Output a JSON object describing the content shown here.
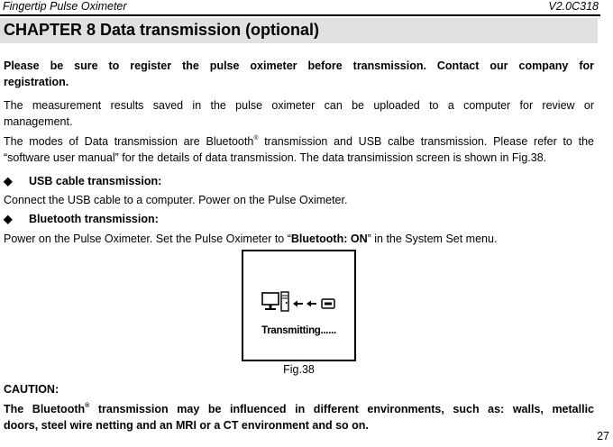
{
  "header": {
    "title": "Fingertip Pulse Oximeter",
    "version": "V2.0C318"
  },
  "chapter": {
    "title": "CHAPTER 8 Data transmission (optional)"
  },
  "paragraphs": {
    "register_line1": "Please be sure to register the pulse oximeter before transmission. Contact our company for",
    "register_line2": "registration.",
    "results_line1": "The measurement results saved in the pulse oximeter can be uploaded to a computer for review or",
    "results_line2": "management.",
    "modes_a": "The modes of Data transmission are Bluetooth",
    "modes_reg": "®",
    "modes_b": " transmission and USB calbe transmission. Please refer to the",
    "modes_line2": "“software user manual” for the details of data transmission. The data transimission screen is shown in Fig.38."
  },
  "sections": {
    "usb": {
      "bullet": "◆",
      "title": "USB cable transmission:",
      "body": "Connect the USB cable to a computer. Power on the Pulse Oximeter."
    },
    "bluetooth": {
      "bullet": "◆",
      "title": "Bluetooth transmission:",
      "body_a": "Power on the Pulse Oximeter. Set the Pulse Oximeter to “",
      "body_bold": "Bluetooth: ON",
      "body_b": "” in the System Set menu."
    }
  },
  "figure": {
    "screen_text": "Transmitting......",
    "caption": "Fig.38",
    "icons": [
      "computer-monitor-icon",
      "pc-tower-icon",
      "arrow-left-icon",
      "arrow-left-icon",
      "device-icon"
    ]
  },
  "caution": {
    "title": "CAUTION:",
    "line1_a": "The Bluetooth",
    "line1_reg": "®",
    "line1_b": " transmission may be influenced in different environments, such as: walls, metallic",
    "line2": "doors, steel wire netting and an MRI or a CT environment and so on."
  },
  "page_number": "27"
}
